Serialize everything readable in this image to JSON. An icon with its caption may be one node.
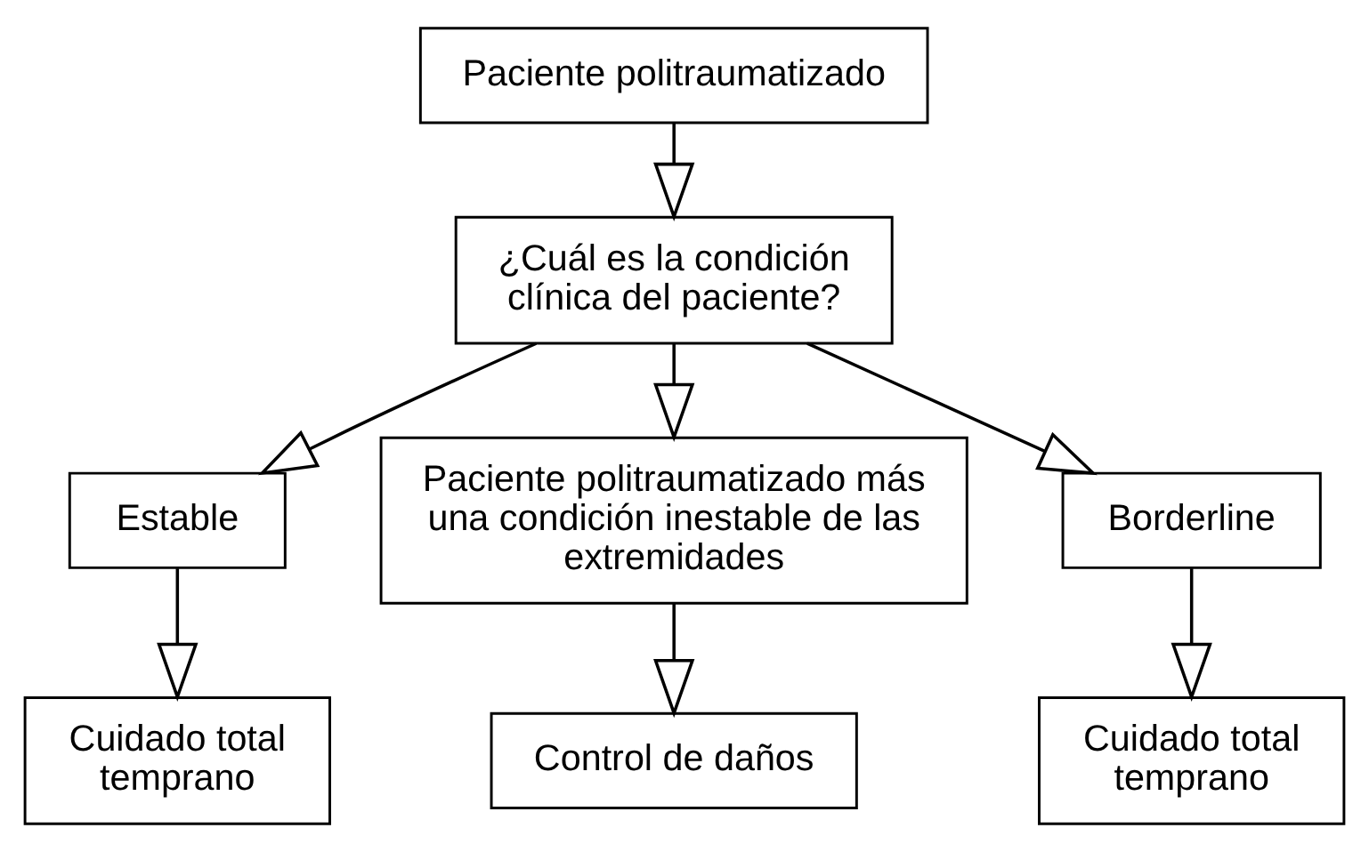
{
  "diagram": {
    "nodes": [
      {
        "text": [
          "Paciente politraumatizado"
        ]
      },
      {
        "text": [
          "¿Cuál es la condición clínica del paciente?"
        ]
      },
      {
        "text": [
          "Estable"
        ]
      },
      {
        "text": [
          "Paciente politraumatizado más una condición inestable de las extremidades"
        ]
      },
      {
        "text": [
          "Borderline"
        ]
      },
      {
        "text": [
          "Cuidado total temprano"
        ]
      },
      {
        "text": [
          "Control de daños"
        ]
      },
      {
        "text": [
          "Cuidado total temprano"
        ]
      }
    ],
    "edges": [
      {
        "from": 0,
        "to": 1,
        "arrow": "to"
      },
      {
        "from": 1,
        "to": 2,
        "arrow": "to"
      },
      {
        "from": 1,
        "to": 3,
        "arrow": "to"
      },
      {
        "from": 1,
        "to": 4,
        "arrow": "to"
      },
      {
        "from": 2,
        "to": 5,
        "arrow": "to"
      },
      {
        "from": 3,
        "to": 6,
        "arrow": "to"
      },
      {
        "from": 4,
        "to": 7,
        "arrow": "to"
      }
    ]
  }
}
